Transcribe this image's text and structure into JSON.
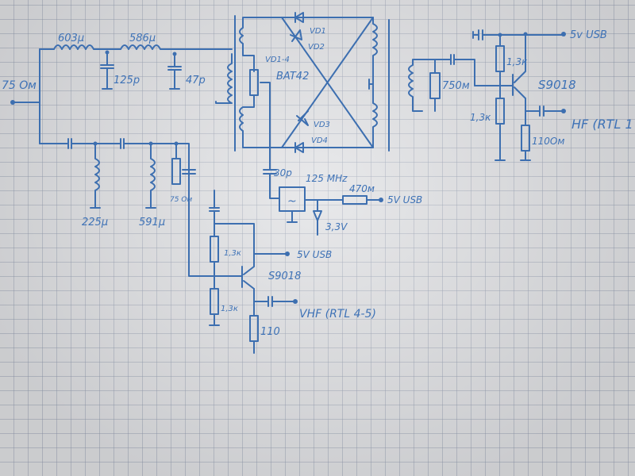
{
  "diagram": {
    "type": "hand-drawn circuit schematic on graph paper",
    "ink_color": "#3d6fb0",
    "labels": {
      "input_impedance": "75 Ом",
      "l_603": "603µ",
      "l_586": "586µ",
      "c_125": "125p",
      "c_47": "47p",
      "vd1": "VD1",
      "vd2": "VD2",
      "vd3": "VD3",
      "vd4": "VD4",
      "diodes_part_line1": "VD1-4",
      "diodes_part_line2": "BAT42",
      "usb_top": "5v USB",
      "r_13k_top": "1,3к",
      "r_750": "750м",
      "q_hf": "S9018",
      "r_13k_hf_bottom": "1,3к",
      "r_110_hf": "110Ом",
      "hf_output": "HF (RTL 1",
      "l_225": "225µ",
      "l_591": "591µ",
      "r_75": "75 Ом",
      "c_30": "30p",
      "osc_freq": "125 MHz",
      "r_470": "470м",
      "usb_osc": "5V USB",
      "zener": "3,3V",
      "r_13k_vhf_top": "1,3к",
      "usb_vhf": "5V USB",
      "q_vhf": "S9018",
      "r_13k_vhf_bottom": "1,3к",
      "vhf_output": "VHF (RTL 4-5)",
      "r_110_vhf": "110",
      "osc_symbol": "~"
    }
  }
}
